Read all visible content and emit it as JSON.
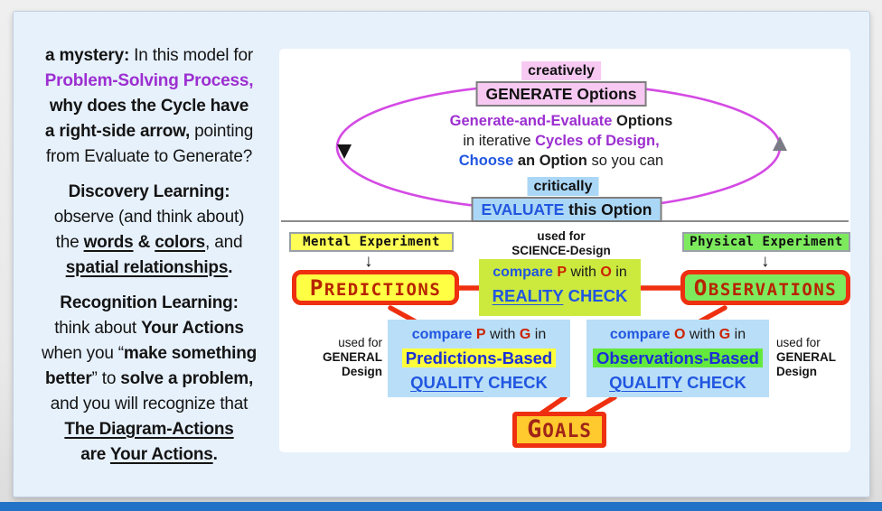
{
  "colors": {
    "accent_purple": "#9c2fd0",
    "accent_blue": "#2156e0",
    "accent_red_text": "#cc2200",
    "node_border_red": "#ee3010",
    "ellipse_magenta": "#d44ae4",
    "yellow_fill": "#ffff44",
    "green_fill": "#7dea5e",
    "lightblue_fill": "#b9def7",
    "pink_fill": "#f7c9f2",
    "lime_fill": "#cce93e",
    "orange_fill": "#ffca2e",
    "card_bg": "#e7f1fc",
    "bottom_bar": "#2273c8"
  },
  "left_panel": {
    "p1_b1": "a mystery:",
    "p1_r1": "  In this model for",
    "p1_purple": "Problem-Solving Process,",
    "p1_b2": "why does the Cycle have",
    "p1_b3": "a right-side arrow,",
    "p1_r2": " pointing",
    "p1_r3": "from Evaluate to Generate?",
    "p2_h": "Discovery Learning:",
    "p2_r1": "observe (and think about)",
    "p2_r2a": "the ",
    "p2_u1": "words",
    "p2_b1": " & ",
    "p2_u2": "colors",
    "p2_r2b": ", and",
    "p2_u3": "spatial relationships",
    "p2_dot": ".",
    "p3_h": "Recognition Learning:",
    "p3_r1": "think about ",
    "p3_b1": "Your Actions",
    "p3_r2": "when you “",
    "p3_b2": "make something",
    "p3_b3": "better",
    "p3_r3": "” to ",
    "p3_b4": "solve a problem,",
    "p3_r4": "and you will recognize that",
    "p3_u1": "The Diagram-Actions",
    "p3_b5": "are ",
    "p3_u2": "Your Actions",
    "p3_dot": "."
  },
  "cycle": {
    "creatively": "creatively",
    "generate": "GENERATE Options",
    "line1_purple": "Generate-and-Evaluate",
    "line1_black": " Options",
    "line2_black": "in iterative ",
    "line2_purple": "Cycles of Design,",
    "line3_blue": "Choose",
    "line3_bold": " an Option ",
    "line3_rest": "so you can",
    "critically": "critically",
    "evaluate_blue": "EVALUATE",
    "evaluate_black": " this Option"
  },
  "science_row": {
    "mental": "Mental Experiment",
    "physical": "Physical Experiment",
    "down_arrow": "↓",
    "predictions": "PREDICTIONS",
    "observations": "OBSERVATIONS",
    "used_for": "used for",
    "science_design": "SCIENCE-Design",
    "reality": {
      "compare": "compare ",
      "p": "P",
      "with": " with ",
      "o": "O",
      "in": " in",
      "reality": "REALITY",
      "check": " CHECK"
    }
  },
  "quality_row": {
    "left": {
      "compare": "compare ",
      "p": "P",
      "with": " with ",
      "g": "G",
      "in": " in",
      "name": "Predictions-Based",
      "quality": "QUALITY",
      "check": " CHECK"
    },
    "right": {
      "compare": "compare ",
      "o": "O",
      "with": " with ",
      "g": "G",
      "in": " in",
      "name": "Observations-Based",
      "quality": "QUALITY",
      "check": " CHECK"
    },
    "used_left": {
      "l1": "used for",
      "l2": "GENERAL",
      "l3": "Design"
    },
    "used_right": {
      "l1": "used for",
      "l2": "GENERAL",
      "l3": "Design"
    }
  },
  "goals": "GOALS"
}
